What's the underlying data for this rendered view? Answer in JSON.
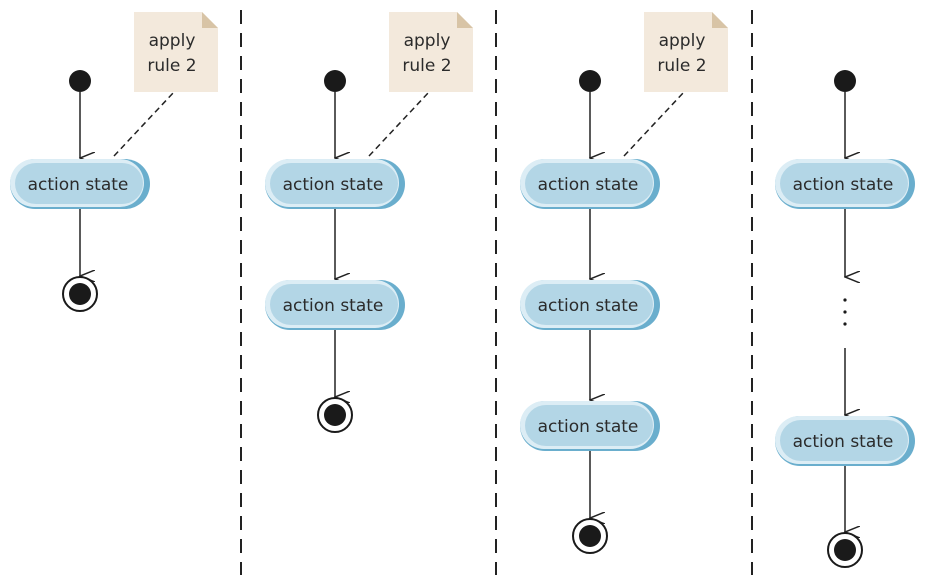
{
  "diagram": {
    "columns": [
      {
        "note": [
          "apply",
          "rule 2"
        ],
        "states": [
          "action state"
        ],
        "ellipsis": false
      },
      {
        "note": [
          "apply",
          "rule 2"
        ],
        "states": [
          "action state",
          "action state"
        ],
        "ellipsis": false
      },
      {
        "note": [
          "apply",
          "rule 2"
        ],
        "states": [
          "action state",
          "action state",
          "action state"
        ],
        "ellipsis": false
      },
      {
        "note": null,
        "states": [
          "action state",
          "action state"
        ],
        "ellipsis": true
      }
    ],
    "colors": {
      "state_fill": "#b3d6e6",
      "state_shade": "#6aaecd",
      "state_highlight": "#dcedf5",
      "note_fill": "#f3e9dc",
      "note_fold": "#d8c4a6",
      "line": "#222222",
      "node": "#1a1a1a"
    }
  }
}
